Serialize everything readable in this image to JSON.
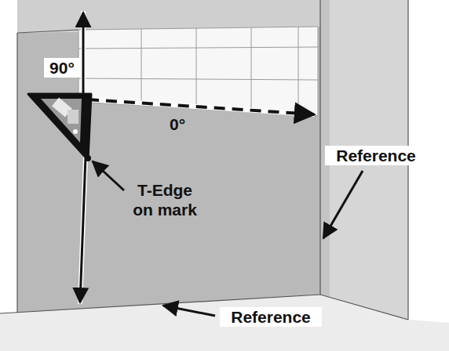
{
  "diagram": {
    "labels": [
      "90°",
      "0°",
      "T-Edge on mark",
      "Reference",
      "Reference"
    ]
  }
}
